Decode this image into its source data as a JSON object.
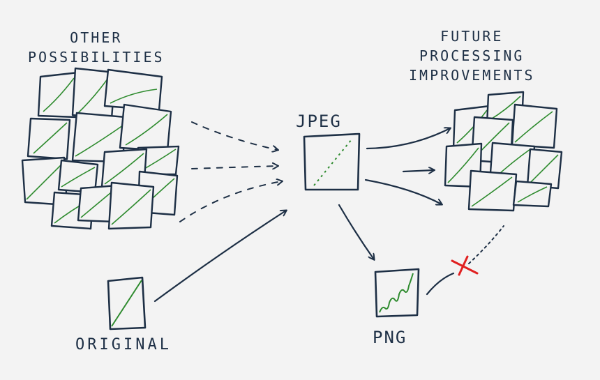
{
  "labels": {
    "other_line1": "OTHER",
    "other_line2": "POSSIBILITIES",
    "future_line1": "FUTURE",
    "future_line2": "PROCESSING",
    "future_line3": "IMPROVEMENTS",
    "jpeg": "JPEG",
    "png": "PNG",
    "original": "ORIGINAL"
  },
  "colors": {
    "ink": "#1d2f45",
    "green": "#2e8b2e",
    "red": "#e02020",
    "background": "#f3f3f3"
  }
}
